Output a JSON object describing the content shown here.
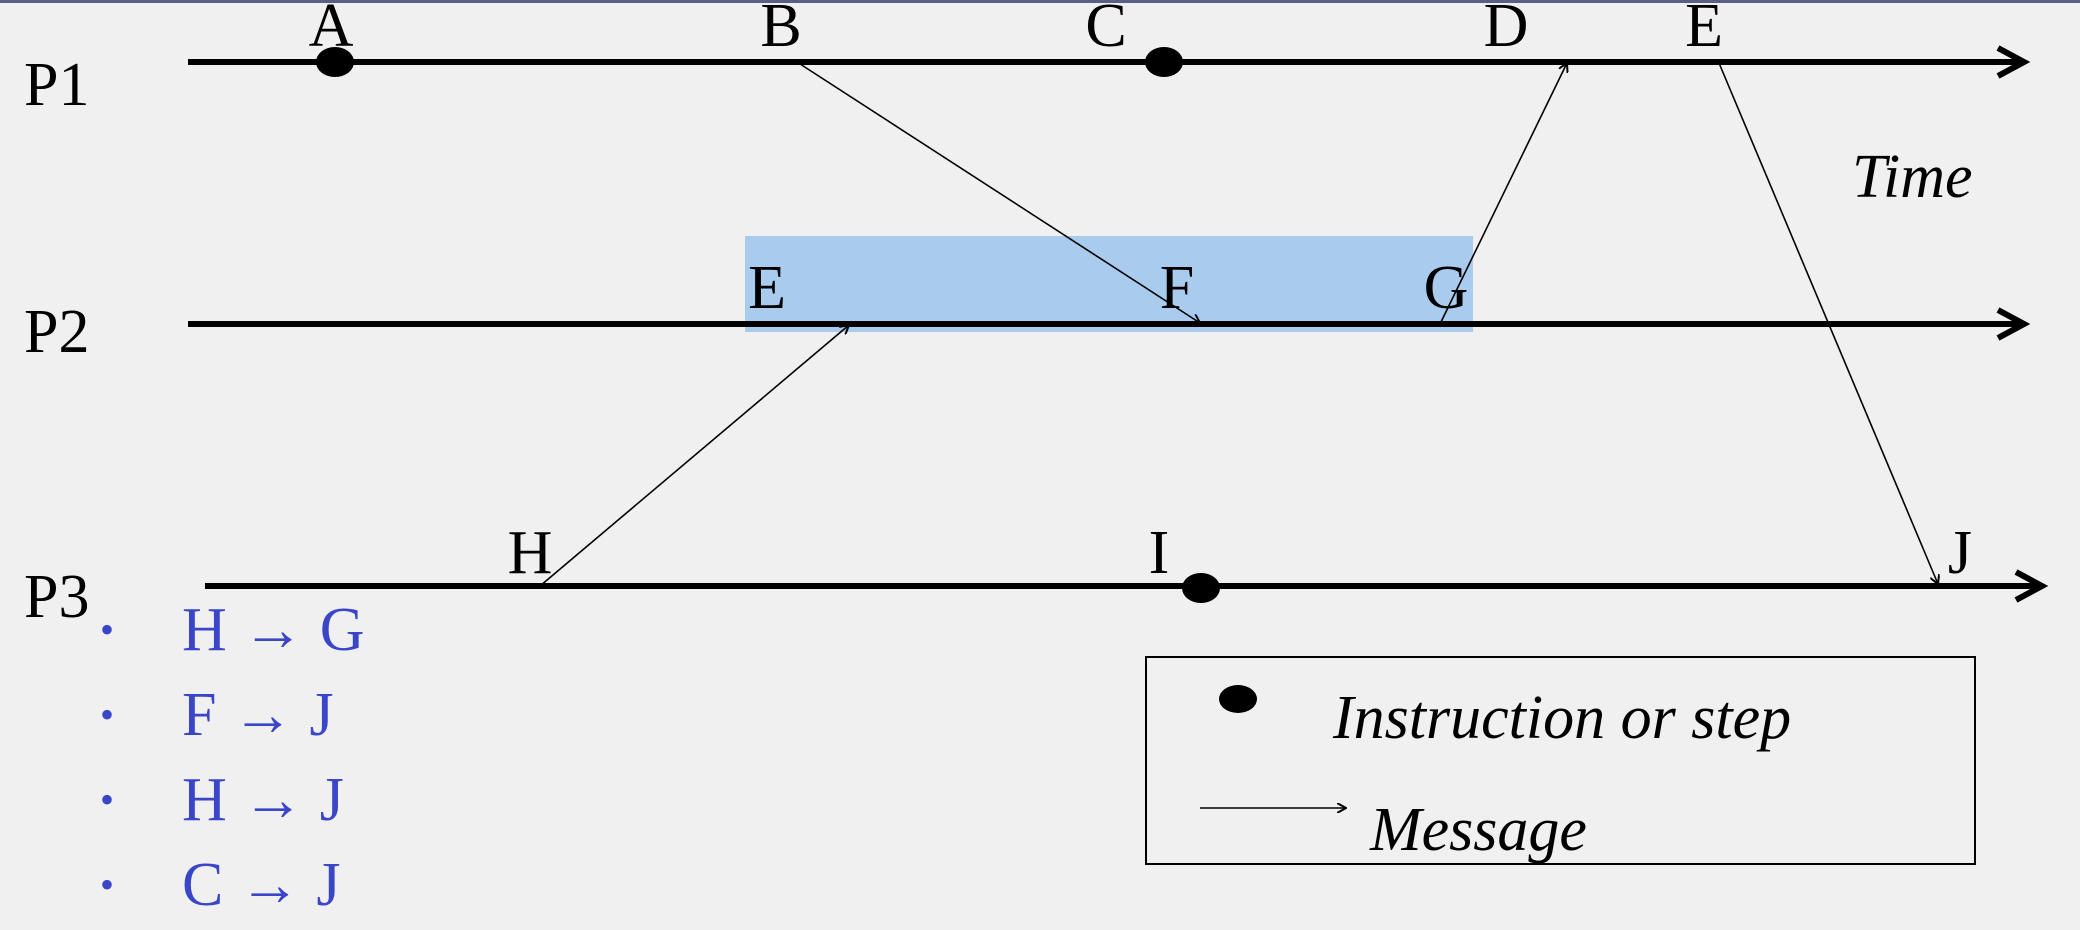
{
  "processes": [
    {
      "id": "p1",
      "label": "P1"
    },
    {
      "id": "p2",
      "label": "P2"
    },
    {
      "id": "p3",
      "label": "P3"
    }
  ],
  "events": {
    "p1_a": "A",
    "p1_b": "B",
    "p1_c": "C",
    "p1_d": "D",
    "p1_e": "E",
    "p2_e": "E",
    "p2_f": "F",
    "p2_g": "G",
    "p3_h": "H",
    "p3_i": "I",
    "p3_j": "J"
  },
  "time_label": "Time",
  "legend": {
    "step_label": "Instruction or step",
    "message_label": "Message"
  },
  "bullets": [
    {
      "from": "H",
      "arrow": "→",
      "to": "G"
    },
    {
      "from": "F",
      "arrow": "→",
      "to": "J"
    },
    {
      "from": "H",
      "arrow": "→",
      "to": "J"
    },
    {
      "from": "C",
      "arrow": "→",
      "to": "J"
    }
  ],
  "colors": {
    "highlight": "#a9cbee",
    "bullet_text": "#3b45c8",
    "background": "#f0f0f0",
    "top_bar": "#5b5f86"
  }
}
